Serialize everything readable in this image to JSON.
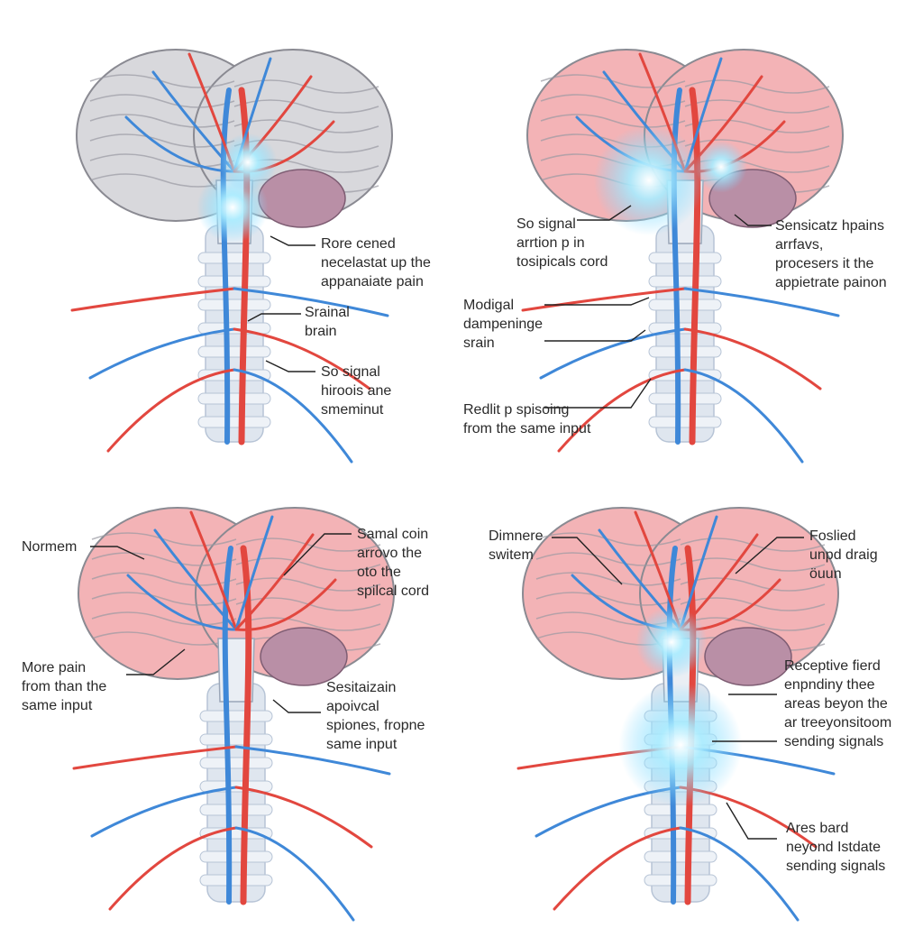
{
  "colors": {
    "artery": "#e2473f",
    "nerve": "#3f88d8",
    "glow": "#8fe0ff",
    "brain_pink": "#f3b3b6",
    "brain_gray": "#d8d8dc",
    "cerebellum": "#b98fa6",
    "spine": "#dfe6ef",
    "leader": "#222222"
  },
  "panels": [
    {
      "id": "top-left",
      "labels": [
        {
          "lines": [
            "Rore cened",
            "necelastat up the",
            "appanaiate pain"
          ]
        },
        {
          "lines": [
            "Srainal",
            "brain"
          ]
        },
        {
          "lines": [
            "So signal",
            "hiroois ane",
            "smeminut"
          ]
        }
      ]
    },
    {
      "id": "top-right",
      "labels": [
        {
          "lines": [
            "So signal",
            "arrtion p in",
            "tosipicals cord"
          ]
        },
        {
          "lines": [
            "Sensicatz hpains",
            "arrfavs,",
            "procesers it the",
            "appietrate painon"
          ]
        },
        {
          "lines": [
            "Modigal",
            "dampeninge",
            "srain"
          ]
        },
        {
          "lines": [
            "Redlit p spisoing",
            "from the same input"
          ]
        }
      ]
    },
    {
      "id": "bottom-left",
      "labels": [
        {
          "lines": [
            "Normem"
          ]
        },
        {
          "lines": [
            "Samal coin",
            "arrovo the",
            "oto the",
            "spilcal cord"
          ]
        },
        {
          "lines": [
            "More pain",
            "from than the",
            "same input"
          ]
        },
        {
          "lines": [
            "Sesitaizain",
            "apoivcal",
            "spiones, fropne",
            "same input"
          ]
        }
      ]
    },
    {
      "id": "bottom-right",
      "labels": [
        {
          "lines": [
            "Dimnere",
            "switem"
          ]
        },
        {
          "lines": [
            "Foslied",
            "unpd draig",
            "öuun"
          ]
        },
        {
          "lines": [
            "Receptive fierd",
            "enpndiny thee",
            "areas beyon the",
            "ar treeyonsitoom",
            "sending signals"
          ]
        },
        {
          "lines": [
            "Ares bard",
            "neyond Istdate",
            "sending signals"
          ]
        }
      ]
    }
  ]
}
